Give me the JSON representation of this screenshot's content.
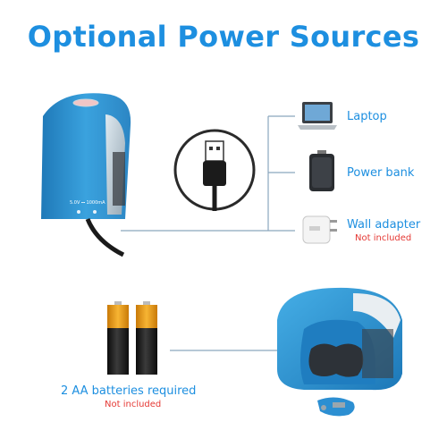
{
  "title": "Optional Power Sources",
  "sources": {
    "laptop": "Laptop",
    "power_bank": "Power bank",
    "wall_adapter": "Wall adapter",
    "wall_adapter_note": "Not included"
  },
  "batteries": {
    "label": "2 AA batteries required",
    "note": "Not included"
  },
  "device_label": "5.0V ⎓ 1000mA",
  "colors": {
    "accent": "#1d8fe0",
    "note_red": "#e53935",
    "device_blue": "#2f93d0"
  }
}
